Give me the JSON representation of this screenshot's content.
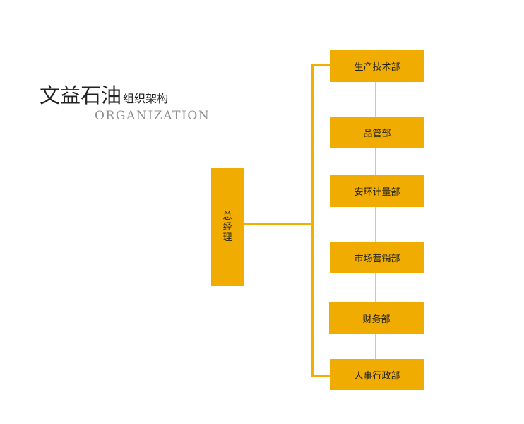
{
  "header": {
    "title": "文益石油",
    "subtitle": "组织架构",
    "english": "ORGANIZATION"
  },
  "colors": {
    "box": "#f0ac00",
    "connector": "#f0b000",
    "text": "#222222"
  },
  "chart": {
    "root": {
      "label": "总经理",
      "chars": [
        "总",
        "经",
        "理"
      ]
    },
    "departments": [
      {
        "label": "生产技术部"
      },
      {
        "label": "品管部"
      },
      {
        "label": "安环计量部"
      },
      {
        "label": "市场营销部"
      },
      {
        "label": "财务部"
      },
      {
        "label": "人事行政部"
      }
    ]
  }
}
